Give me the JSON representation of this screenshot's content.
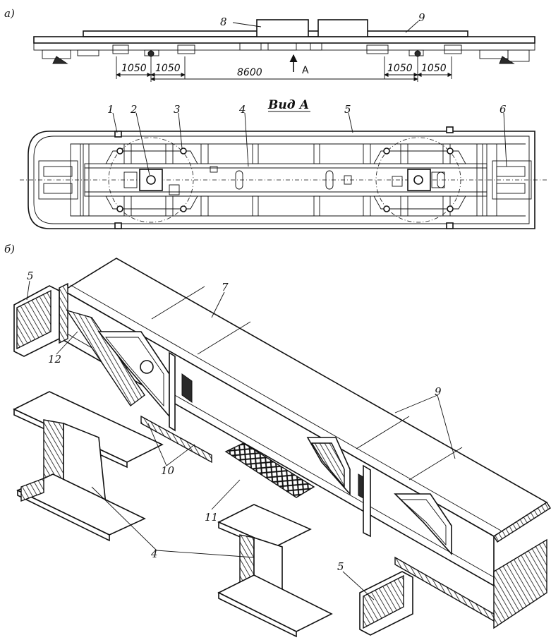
{
  "diagram": {
    "part_a": {
      "label": "a)",
      "callouts": {
        "n8": "8",
        "n9": "9",
        "n1": "1",
        "n2": "2",
        "n3": "3",
        "n4": "4",
        "n5": "5",
        "n6": "6"
      },
      "dimensions": [
        "1050",
        "1050",
        "8600",
        "1050",
        "1050"
      ],
      "view_arrow_label": "A",
      "view_title": "Вид А"
    },
    "part_b": {
      "label": "б)",
      "callouts": {
        "n5_left": "5",
        "n7": "7",
        "n12": "12",
        "n9": "9",
        "n10": "10",
        "n11": "11",
        "n4": "4",
        "n5_right": "5"
      }
    }
  }
}
